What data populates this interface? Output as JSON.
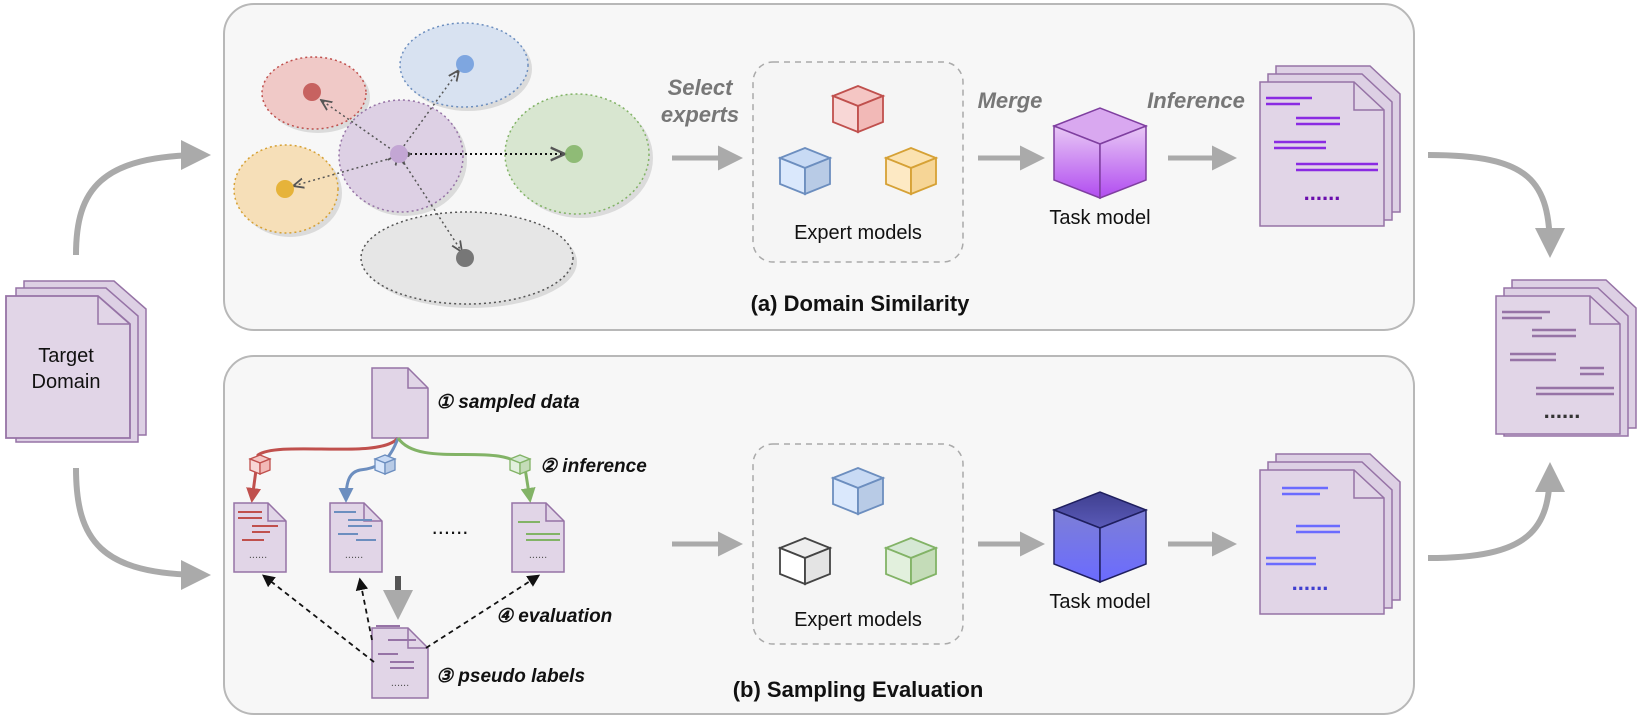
{
  "left_input": {
    "label_line1": "Target",
    "label_line2": "Domain"
  },
  "panel_a": {
    "title": "(a) Domain Similarity",
    "step_select_line1": "Select",
    "step_select_line2": "experts",
    "step_merge": "Merge",
    "step_inference": "Inference",
    "experts_label": "Expert models",
    "task_model_label": "Task model",
    "doc_ellipsis": "......"
  },
  "panel_b": {
    "title": "(b) Sampling Evaluation",
    "step1": "① sampled data",
    "step2": "② inference",
    "step3": "③ pseudo labels",
    "step4": "④ evaluation",
    "middle_ellipsis": "......",
    "small_doc_ellipsis": "......",
    "experts_label": "Expert models",
    "task_model_label": "Task model",
    "doc_ellipsis": "......"
  },
  "output": {
    "doc_ellipsis": "......"
  },
  "colors": {
    "red": "#c0504d",
    "blue": "#6c8ebf",
    "green": "#82b366",
    "orange": "#d6a135",
    "gray": "#8a8a8a",
    "purple_doc": "#e1d5e7",
    "purple_stroke": "#9673a6",
    "panel_bg": "#f7f7f7"
  }
}
